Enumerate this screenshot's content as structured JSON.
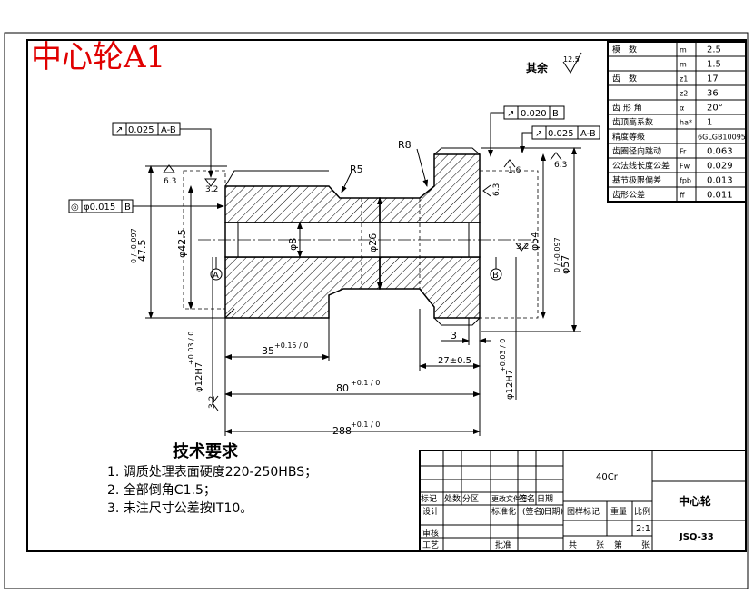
{
  "title": "中心轮A1",
  "surface_note": {
    "label": "其余",
    "value": "12.5"
  },
  "params": [
    {
      "name": "模　数",
      "sym": "m",
      "val": "2.5"
    },
    {
      "name": "",
      "sym": "m",
      "val": "1.5"
    },
    {
      "name": "齿　数",
      "sym": "z1",
      "val": "17"
    },
    {
      "name": "",
      "sym": "z2",
      "val": "36"
    },
    {
      "name": "齿 形 角",
      "sym": "α",
      "val": "20°"
    },
    {
      "name": "齿顶高系数",
      "sym": "ha*",
      "val": "1"
    },
    {
      "name": "精度等级",
      "sym": "",
      "val": "6GLGB10095"
    },
    {
      "name": "齿圈径向跳动",
      "sym": "Fr",
      "val": "0.063"
    },
    {
      "name": "公法线长度公差",
      "sym": "Fw",
      "val": "0.029"
    },
    {
      "name": "基节极限偏差",
      "sym": "fpb",
      "val": "0.013"
    },
    {
      "name": "齿形公差",
      "sym": "ff",
      "val": "0.011"
    }
  ],
  "tolerances": {
    "tol1": {
      "sym": "↗",
      "val": "0.025",
      "ref": "A-B"
    },
    "tol2": {
      "sym": "↗",
      "val": "0.020",
      "ref": "B"
    },
    "tol3": {
      "sym": "↗",
      "val": "0.025",
      "ref": "A-B"
    },
    "tol4": {
      "sym": "◎",
      "val": "φ0.015",
      "ref": "B"
    }
  },
  "dims": {
    "r5": "R5",
    "r8": "R8",
    "d475": "47.5",
    "d475_tol": "0 / -0.097",
    "d425": "φ42.5",
    "d8": "φ8",
    "d26": "φ26",
    "d54": "φ54",
    "d57": "φ57",
    "d57_tol": "0 / -0.097",
    "d12a": "φ12H7",
    "d12a_tol": "+0.03 / 0",
    "d12b": "φ12H7",
    "d12b_tol": "+0.03 / 0",
    "l35": "35",
    "l35_tol": "+0.15 / 0",
    "l3": "3",
    "l27": "27±0.5",
    "l80": "80",
    "l80_tol": "+0.1 / 0",
    "l288": "288",
    "l288_tol": "+0.1 / 0",
    "rough_63a": "6.3",
    "rough_32a": "3.2",
    "rough_16": "1.6",
    "rough_63b": "6.3",
    "rough_63c": "6.3",
    "rough_32b": "3.2",
    "rough_32c": "3.2",
    "datum_a": "A",
    "datum_b": "B"
  },
  "tech": {
    "heading": "技术要求",
    "items": [
      "1.  调质处理表面硬度220-250HBS；",
      "2.  全部倒角C1.5；",
      "3.  未注尺寸公差按IT10。"
    ]
  },
  "titleblock": {
    "material": "40Cr",
    "part_name": "中心轮",
    "drawing_no": "JSQ-33",
    "scale": "2:1",
    "h_mark": "标记",
    "h_count": "处数",
    "h_zone": "分区",
    "h_docno": "更改文件号",
    "h_sign": "签名",
    "h_date": "日期",
    "h_design": "设计",
    "h_stdz": "标准化",
    "h_sign2": "(签名)",
    "h_date2": "(日期)",
    "h_stage": "图样标记",
    "h_weight": "重量",
    "h_scale": "比例",
    "h_check": "审核",
    "h_process": "工艺",
    "h_approve": "批准",
    "h_total": "共",
    "h_sheet": "张",
    "h_no": "第",
    "h_sheet2": "张"
  }
}
